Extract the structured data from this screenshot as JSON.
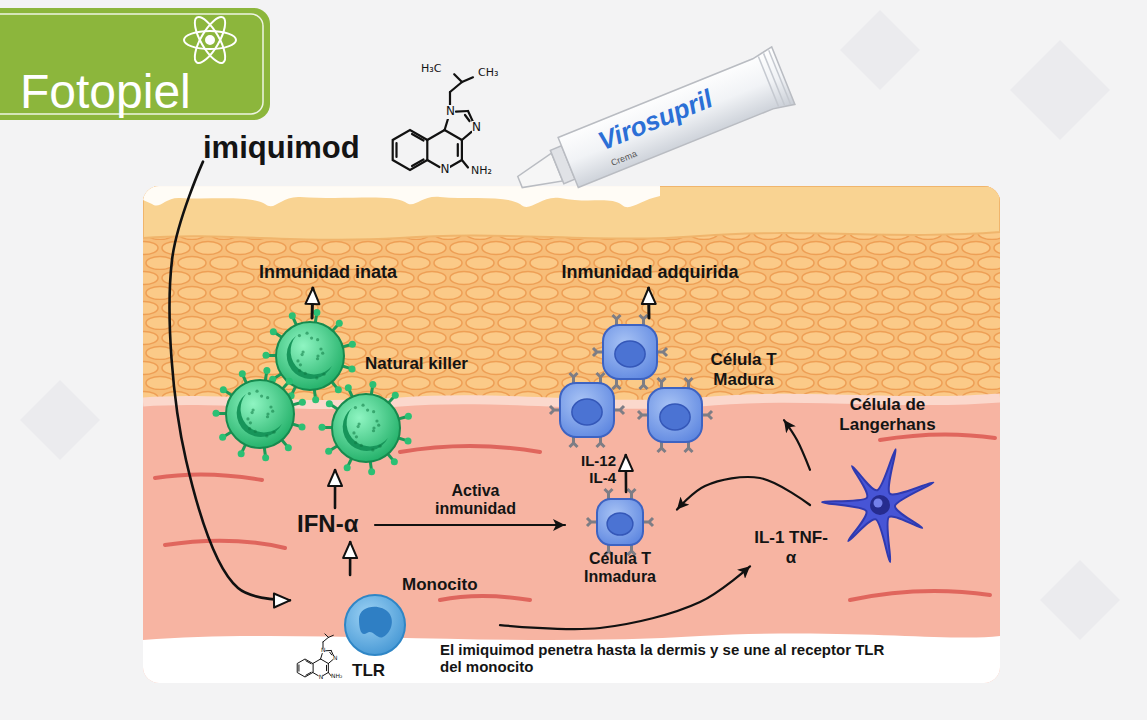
{
  "diagram": {
    "nodes": [
      {
        "text": [
          "Fotopiel"
        ]
      },
      {
        "text": [
          "imiquimod"
        ]
      },
      {
        "text": [
          "Virosupril",
          "Crema"
        ]
      },
      {
        "text": [
          "Inmunidad inata"
        ]
      },
      {
        "text": [
          "Inmunidad adquirida"
        ]
      },
      {
        "text": [
          "Natural killer"
        ]
      },
      {
        "text": [
          "Célula T Madura"
        ]
      },
      {
        "text": [
          "Célula de Langerhans"
        ]
      },
      {
        "text": [
          "IFN-α"
        ]
      },
      {
        "text": [
          "Célula T Inmadura"
        ]
      },
      {
        "text": [
          "IL-1 TNF-α"
        ]
      },
      {
        "text": [
          "Monocito",
          "TLR"
        ]
      }
    ],
    "edges": [
      {
        "from": 1,
        "to": 11,
        "arrow": "to"
      },
      {
        "from": 11,
        "to": 8,
        "arrow": "to"
      },
      {
        "from": 8,
        "to": 5,
        "arrow": "to"
      },
      {
        "from": 5,
        "to": 3,
        "arrow": "to"
      },
      {
        "from": 8,
        "to": 9,
        "label": "Activa inmunidad",
        "arrow": "to"
      },
      {
        "from": 9,
        "to": 6,
        "label": "IL-12 IL-4",
        "arrow": "to"
      },
      {
        "from": 6,
        "to": 4,
        "arrow": "to"
      },
      {
        "from": 11,
        "to": 10,
        "arrow": "to"
      },
      {
        "from": 7,
        "to": 6,
        "arrow": "to"
      },
      {
        "from": 7,
        "to": 9,
        "arrow": "to"
      }
    ],
    "labels": [
      "H₃C",
      "CH₃",
      "N",
      "N",
      "N",
      "NH₂",
      "N",
      "N",
      "N",
      "NH₂",
      "El imiquimod penetra hasta la dermis y se une al receptor TLR del monocito"
    ]
  }
}
